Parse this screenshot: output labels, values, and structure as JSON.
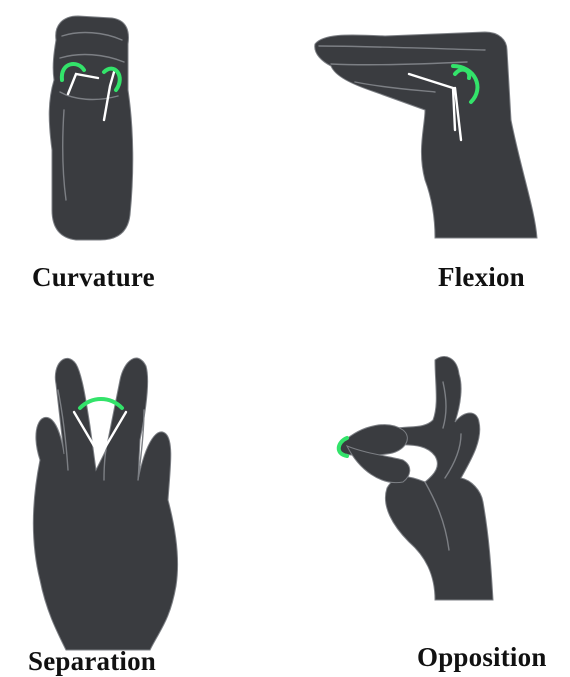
{
  "colors": {
    "hand_fill": "#3a3c40",
    "hand_outline": "#7c7f84",
    "highlight": "#33e36a",
    "guide_line": "#ffffff",
    "caption_text": "#111111",
    "background": "#ffffff"
  },
  "panels": [
    {
      "id": "curvature",
      "caption": "Curvature",
      "icon": "curled-fingers-hand-icon"
    },
    {
      "id": "flexion",
      "caption": "Flexion",
      "icon": "bent-knuckle-hand-icon"
    },
    {
      "id": "separation",
      "caption": "Separation",
      "icon": "spread-fingers-hand-icon"
    },
    {
      "id": "opposition",
      "caption": "Opposition",
      "icon": "pinch-hand-icon"
    }
  ]
}
